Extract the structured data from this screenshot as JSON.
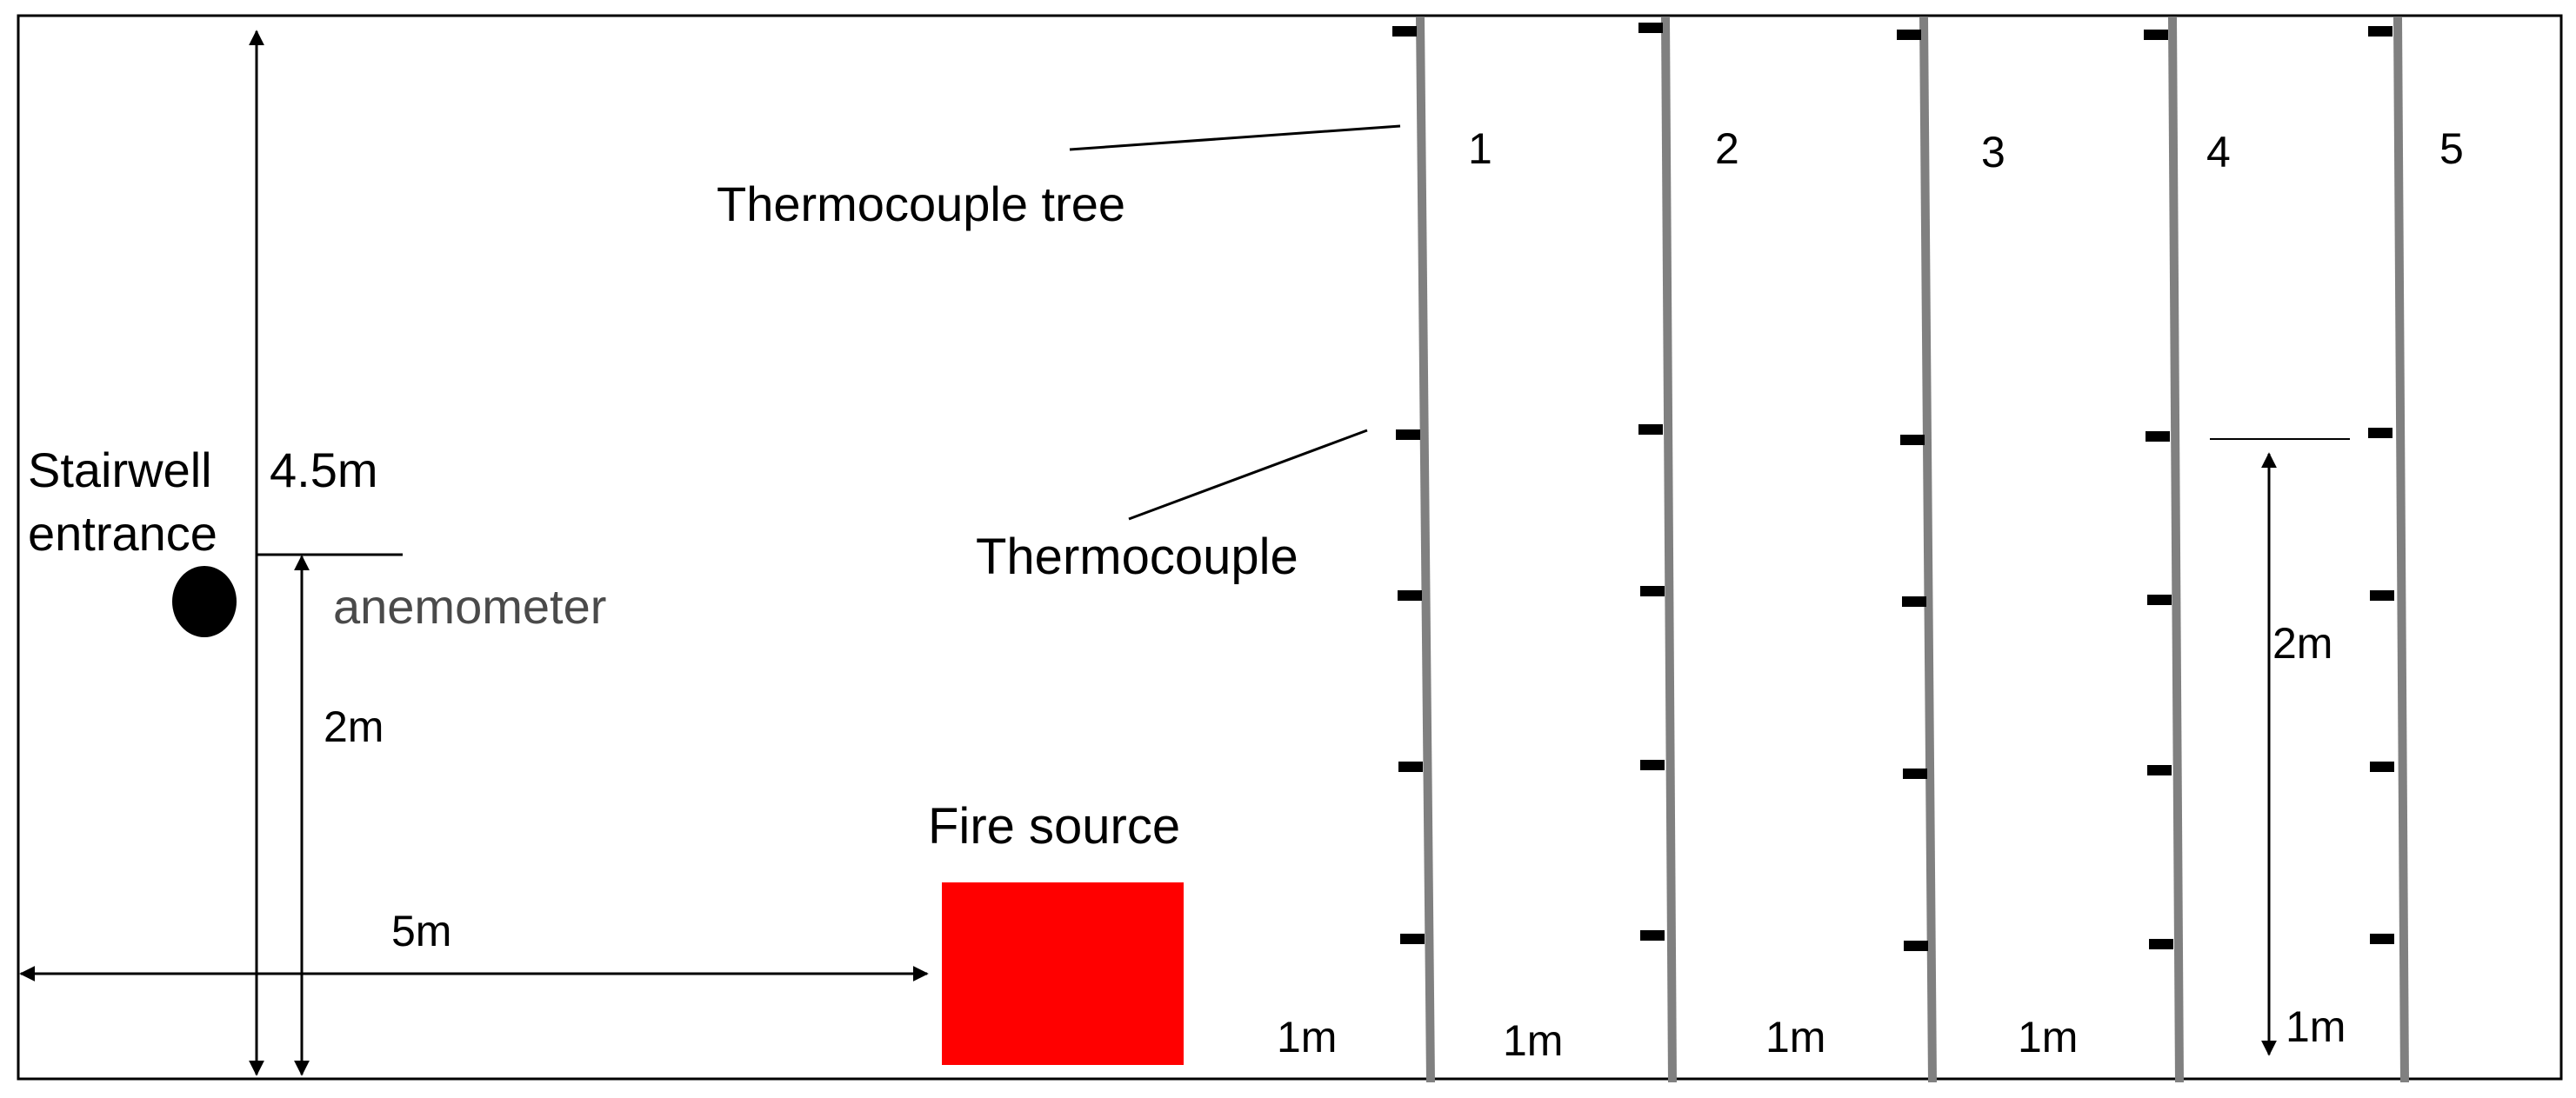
{
  "labels": {
    "stairwell_line1": "Stairwell",
    "stairwell_line2": "entrance",
    "height_total": "4.5m",
    "anemometer": "anemometer",
    "anemometer_height": "2m",
    "distance_to_fire": "5m",
    "fire_source": "Fire source",
    "thermocouple_tree": "Thermocouple tree",
    "thermocouple": "Thermocouple",
    "thermocouple_spacing": "2m",
    "bottom_gap": "1m"
  },
  "trees": [
    {
      "number": "1"
    },
    {
      "number": "2"
    },
    {
      "number": "3"
    },
    {
      "number": "4"
    },
    {
      "number": "5"
    }
  ],
  "tree_spacings": [
    "1m",
    "1m",
    "1m",
    "1m",
    "1m"
  ],
  "colors": {
    "fire": "#ff0000",
    "tree_pole": "#808080",
    "sensor": "#000000",
    "anemometer_text": "#4a4a4a",
    "frame": "#000000"
  }
}
